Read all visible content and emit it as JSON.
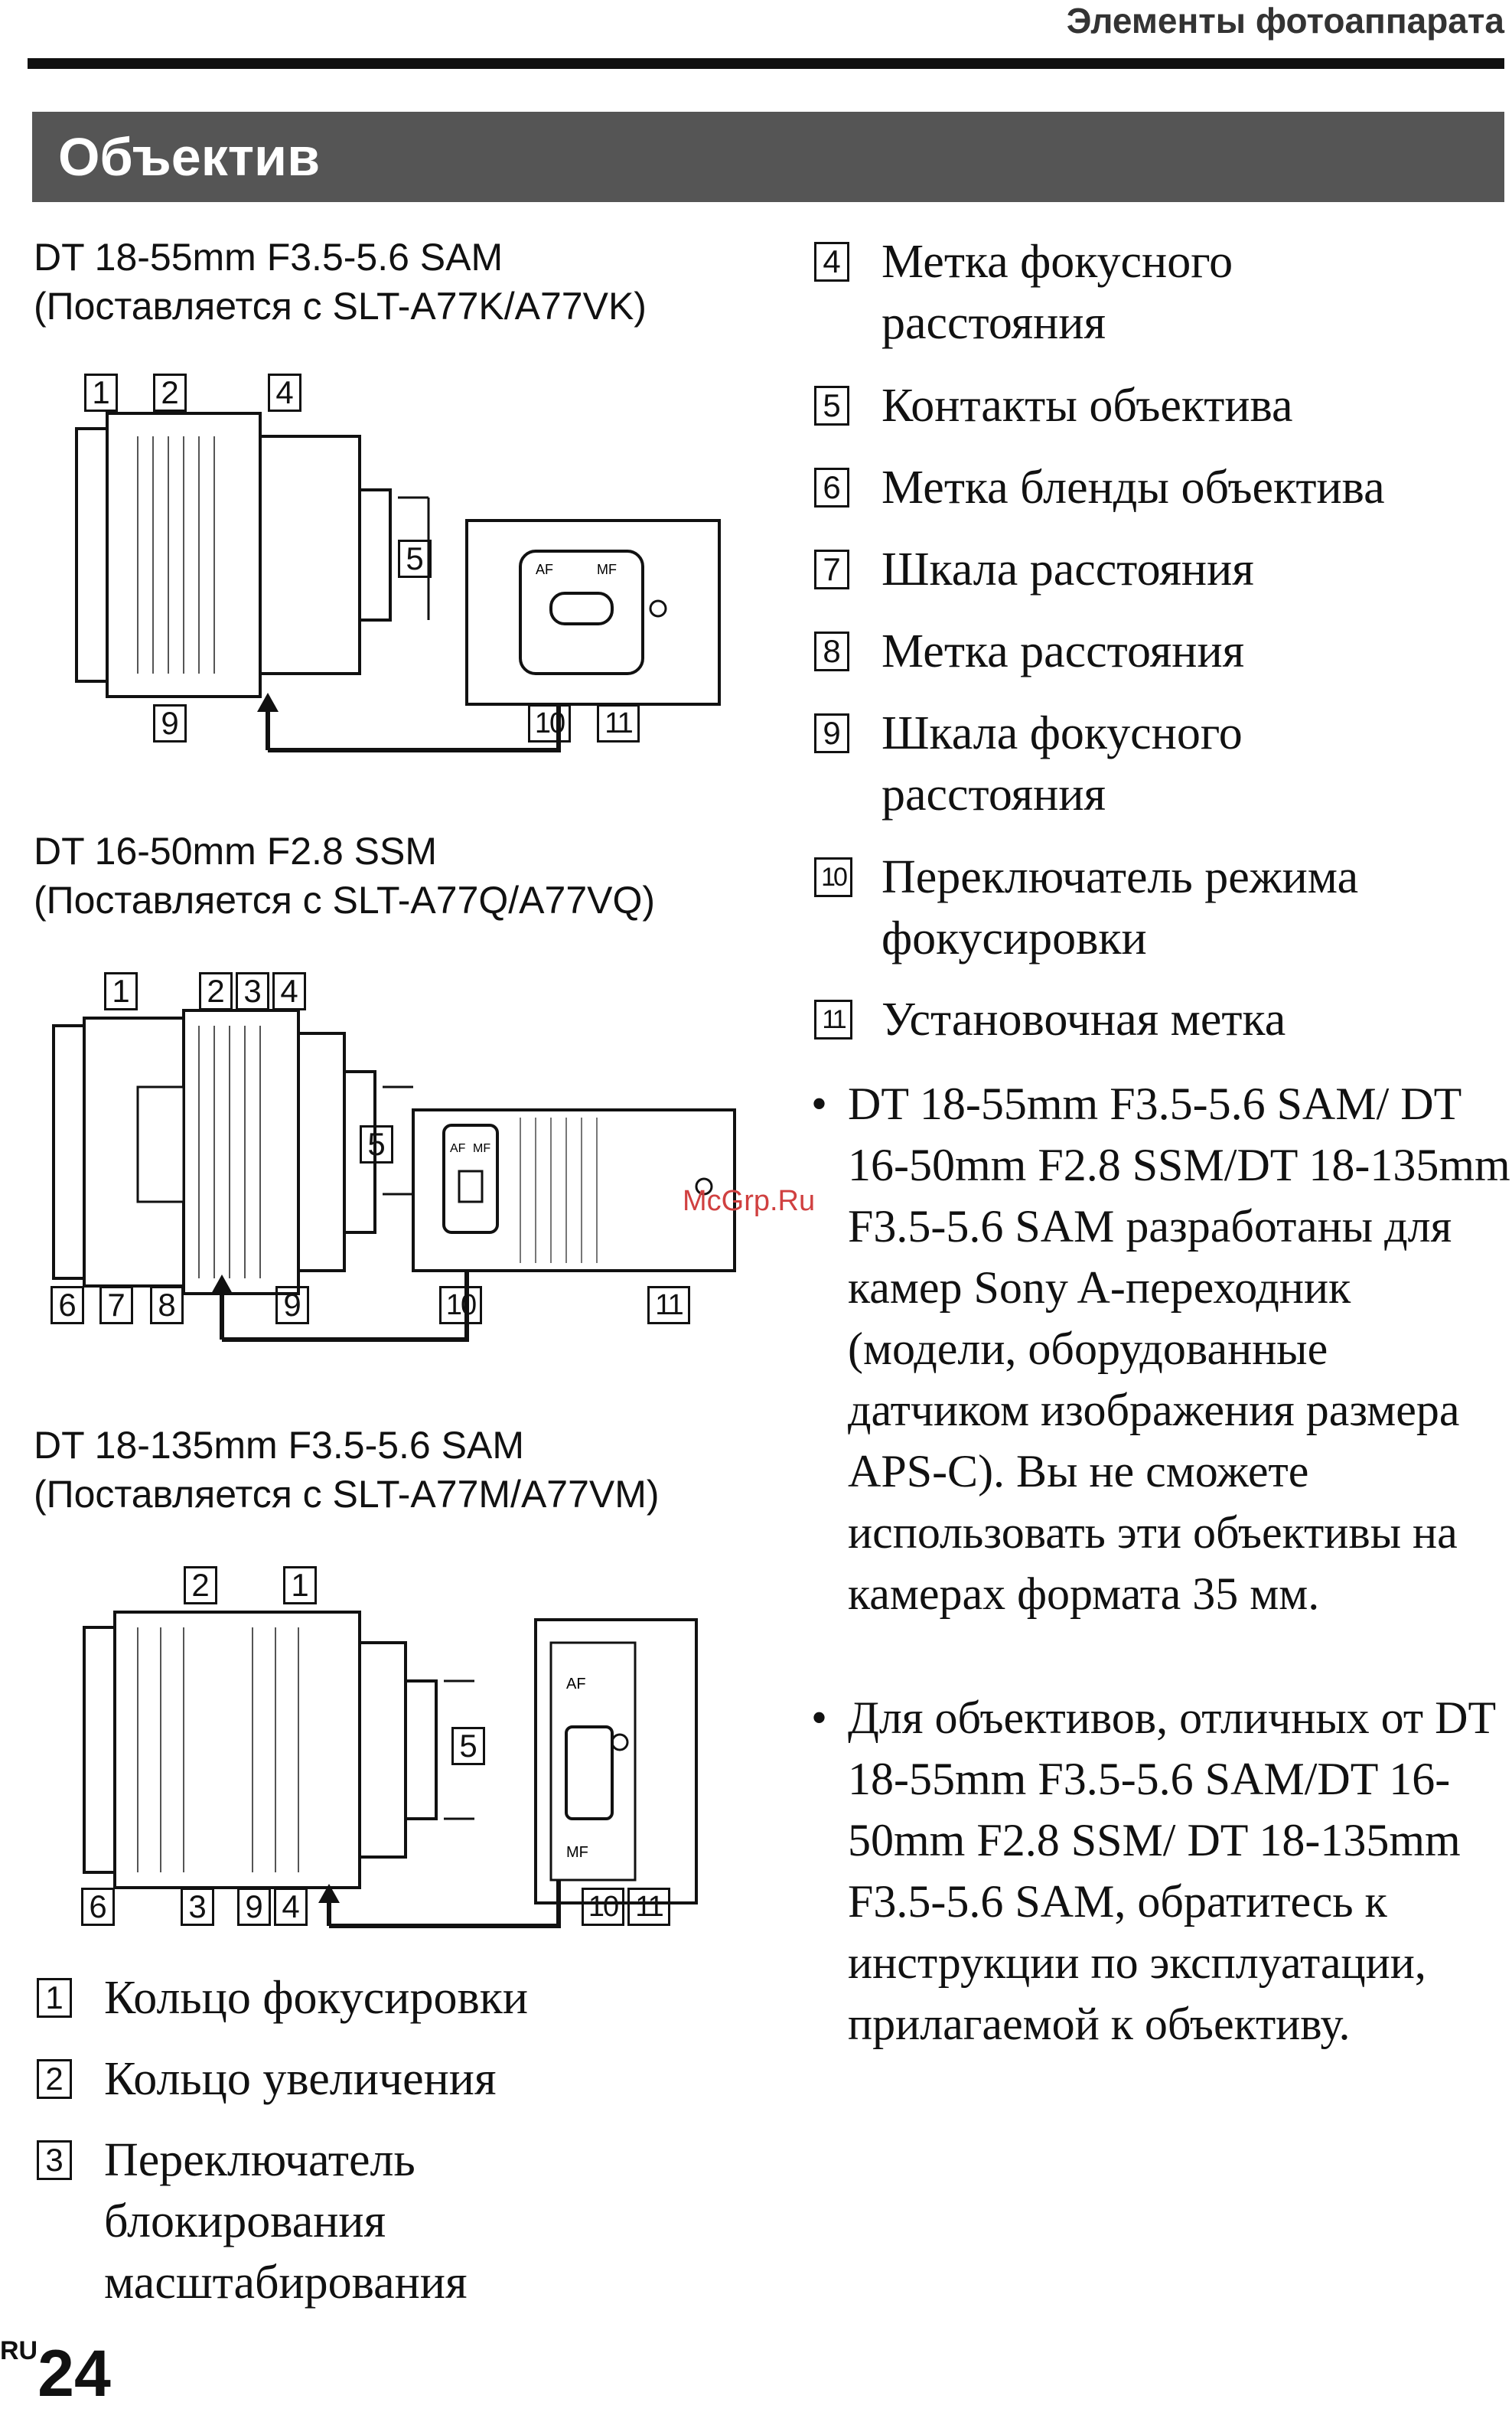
{
  "header": {
    "section_title": "Элементы фотоаппарата"
  },
  "page_title": "Объектив",
  "lenses": [
    {
      "name": "DT 18-55mm F3.5-5.6 SAM",
      "supplied": "(Поставляется с SLT-A77K/A77VK)",
      "callouts": [
        "1",
        "2",
        "4",
        "5",
        "9",
        "10",
        "11"
      ],
      "switch_labels": [
        "AF",
        "MF"
      ]
    },
    {
      "name": "DT 16-50mm F2.8 SSM",
      "supplied": "(Поставляется с SLT-A77Q/A77VQ)",
      "callouts": [
        "1",
        "2",
        "3",
        "4",
        "5",
        "6",
        "7",
        "8",
        "9",
        "10",
        "11"
      ],
      "switch_labels": [
        "AF",
        "MF"
      ]
    },
    {
      "name": "DT 18-135mm F3.5-5.6 SAM",
      "supplied": "(Поставляется с SLT-A77M/A77VM)",
      "callouts": [
        "2",
        "1",
        "5",
        "6",
        "3",
        "9",
        "4",
        "10",
        "11"
      ],
      "switch_labels": [
        "AF",
        "MF"
      ]
    }
  ],
  "legend": [
    {
      "num": "1",
      "text": "Кольцо фокусировки"
    },
    {
      "num": "2",
      "text": "Кольцо увеличения"
    },
    {
      "num": "3",
      "text": "Переключатель блокирования масштабирования"
    },
    {
      "num": "4",
      "text": "Метка фокусного расстояния"
    },
    {
      "num": "5",
      "text": "Контакты объектива"
    },
    {
      "num": "6",
      "text": "Метка бленды объектива"
    },
    {
      "num": "7",
      "text": "Шкала расстояния"
    },
    {
      "num": "8",
      "text": "Метка расстояния"
    },
    {
      "num": "9",
      "text": "Шкала фокусного расстояния"
    },
    {
      "num": "10",
      "text": "Переключатель режима фокусировки"
    },
    {
      "num": "11",
      "text": "Установочная метка"
    }
  ],
  "notes": [
    "DT 18-55mm F3.5-5.6 SAM/ DT 16-50mm F2.8 SSM/DT 18-135mm F3.5-5.6 SAM разработаны для камер Sony A-переходник (модели, оборудованные датчиком изображения размера APS-C). Вы не сможете использовать эти объективы на камерах формата 35 мм.",
    "Для объективов, отличных от DT 18-55mm F3.5-5.6 SAM/DT 16-50mm F2.8 SSM/ DT 18-135mm F3.5-5.6 SAM, обратитесь к инструкции по эксплуатации, прилагаемой к объективу."
  ],
  "watermark": "McGrp.Ru",
  "page": {
    "lang": "RU",
    "number": "24"
  }
}
